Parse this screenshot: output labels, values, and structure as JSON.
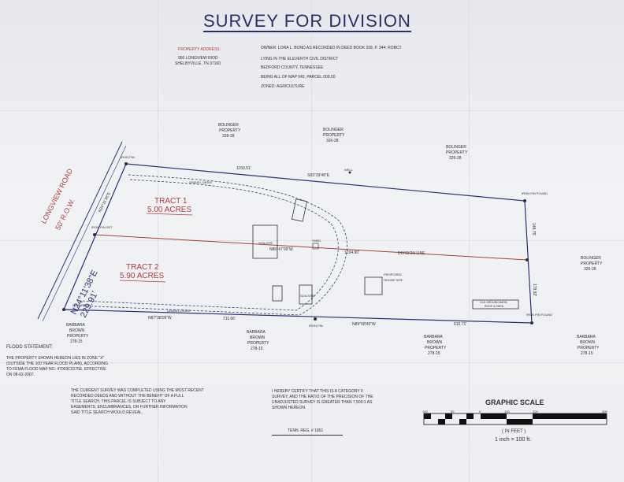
{
  "title": "SURVEY FOR DIVISION",
  "property": {
    "heading": "PROPERTY ADDRESS:",
    "line1": "950 LONGVIEW RIOD",
    "line2": "SHELBYVILLE, TN 37160"
  },
  "owner": {
    "line1": "OWNER: LORA L. BOND AS RECORDED IN DEED BOOK 339, P. 344; ROBCT.",
    "line2": "LYING IN THE ELEVENTH CIVIL DISTRICT",
    "line3": "BEDFORD COUNTY, TENNESSEE",
    "line4": "BEING ALL OF MAP 042, PARCEL 009.00",
    "line5": "ZONED: AGRICULTURE"
  },
  "neighbors": {
    "bolinger1": "BOLINGER",
    "bolinger1b": "PROPERTY",
    "bolinger1c": "328-28",
    "bolinger2": "BOLINGER",
    "bolinger2b": "PROPERTY",
    "bolinger2c": "326-28",
    "bolinger3": "BOLINGER",
    "bolinger3b": "PROPERTY",
    "bolinger3c": "326-28",
    "bolinger4": "BOLINGER",
    "bolinger4b": "PROPERTY",
    "bolinger4c": "326-28",
    "brown1": "BARBARA",
    "brown1b": "BROWN",
    "brown1c": "PROPERTY",
    "brown1d": "278-15",
    "brown2": "BARBARA",
    "brown2b": "BROWN",
    "brown2c": "PROPERTY",
    "brown2d": "278-15",
    "brown3": "BARBARA",
    "brown3b": "BROWN",
    "brown3c": "PROPERTY",
    "brown3d": "278-15",
    "brown4": "BARBARA",
    "brown4b": "BROWN",
    "brown4c": "PROPERTY",
    "brown4d": "278-15"
  },
  "road": {
    "name": "LONGVIEW ROAD",
    "row": "50' R.O.W.",
    "bearing": "N24°11'38\"E",
    "distance": "229.91'"
  },
  "tracts": {
    "tract1": "TRACT 1",
    "tract1_area": "5.00 ACRES",
    "tract2": "TRACT 2",
    "tract2_area": "5.90 ACRES"
  },
  "calls": {
    "north_dist": "1150.51'",
    "north_bearing": "S83°29'48\"E",
    "division_bearing": "N86°47'09\"W",
    "division_dist": "1234.90'",
    "division_label": "DIVISION LINE",
    "south_bearing_w": "N87°38'09\"W",
    "south_dist_w": "711.66'",
    "south_bearing_e": "N89°08'45\"W",
    "south_dist_e": "610.71'",
    "east_upper": "148.75'",
    "east_lower": "178.82'",
    "road_small": "N24°11'38\"E"
  },
  "labels": {
    "iron_pin": "IRON PIN",
    "iron_pin_set": "IRON PIN SET",
    "iron_pin_found": "IRON PIN FOUND",
    "gravel_drive": "GRAVEL DRIVE",
    "shed": "SHED",
    "well": "WELL",
    "proposed_house": "PROPOSED HOUSE SITE",
    "house_site": "SOILSITE",
    "house_site2": "SOILSITE",
    "barn": "OLD GROUND BARN",
    "barn2": "ROOF & SHED"
  },
  "flood": {
    "heading": "FLOOD STATEMENT:",
    "line1": "THE PROPERTY SHOWN HEREON LIES IN ZONE \"X\"",
    "line2": "(OUTSIDE THE 100 YEAR FLOOD PLAIN), ACCORDING",
    "line3": "TO FEMA FLOOD MAP NO. 47003C0175E, EFFECTIVE",
    "line4": "ON 08-02-2007."
  },
  "current_survey": {
    "line1": "THE CURRENT SURVEY WAS COMPLETED USING THE MOST RECENT",
    "line2": "RECORDED DEEDS AND WITHOUT THE BENEFIT OF A FULL",
    "line3": "TITLE SEARCH. THIS PARCEL IS SUBJECT TO ANY",
    "line4": "EASEMENTS, ENCUMBRANCES, OR FURTHER INFORMATION",
    "line5": "SAID TITLE SEARCH WOULD REVEAL."
  },
  "certify": {
    "line1": "I HEREBY CERTIFY THAT THIS IS A CATEGORY II",
    "line2": "SURVEY, AND THE RATIO OF THE PRECISION OF THE",
    "line3": "UNADJUSTED SURVEY IS GREATER THAN 7,500:1 AS",
    "line4": "SHOWN HEREON."
  },
  "reg": "TENN. REG. # 1851",
  "scale": {
    "heading": "GRAPHIC SCALE",
    "ticks": [
      "100",
      "50",
      "0",
      "100",
      "200",
      "400"
    ],
    "unit": "( IN FEET )",
    "ratio": "1 inch = 100 ft."
  },
  "colors": {
    "boundary": "#2a2f7a",
    "division": "#b23a3a",
    "ink": "#2c2f36"
  }
}
